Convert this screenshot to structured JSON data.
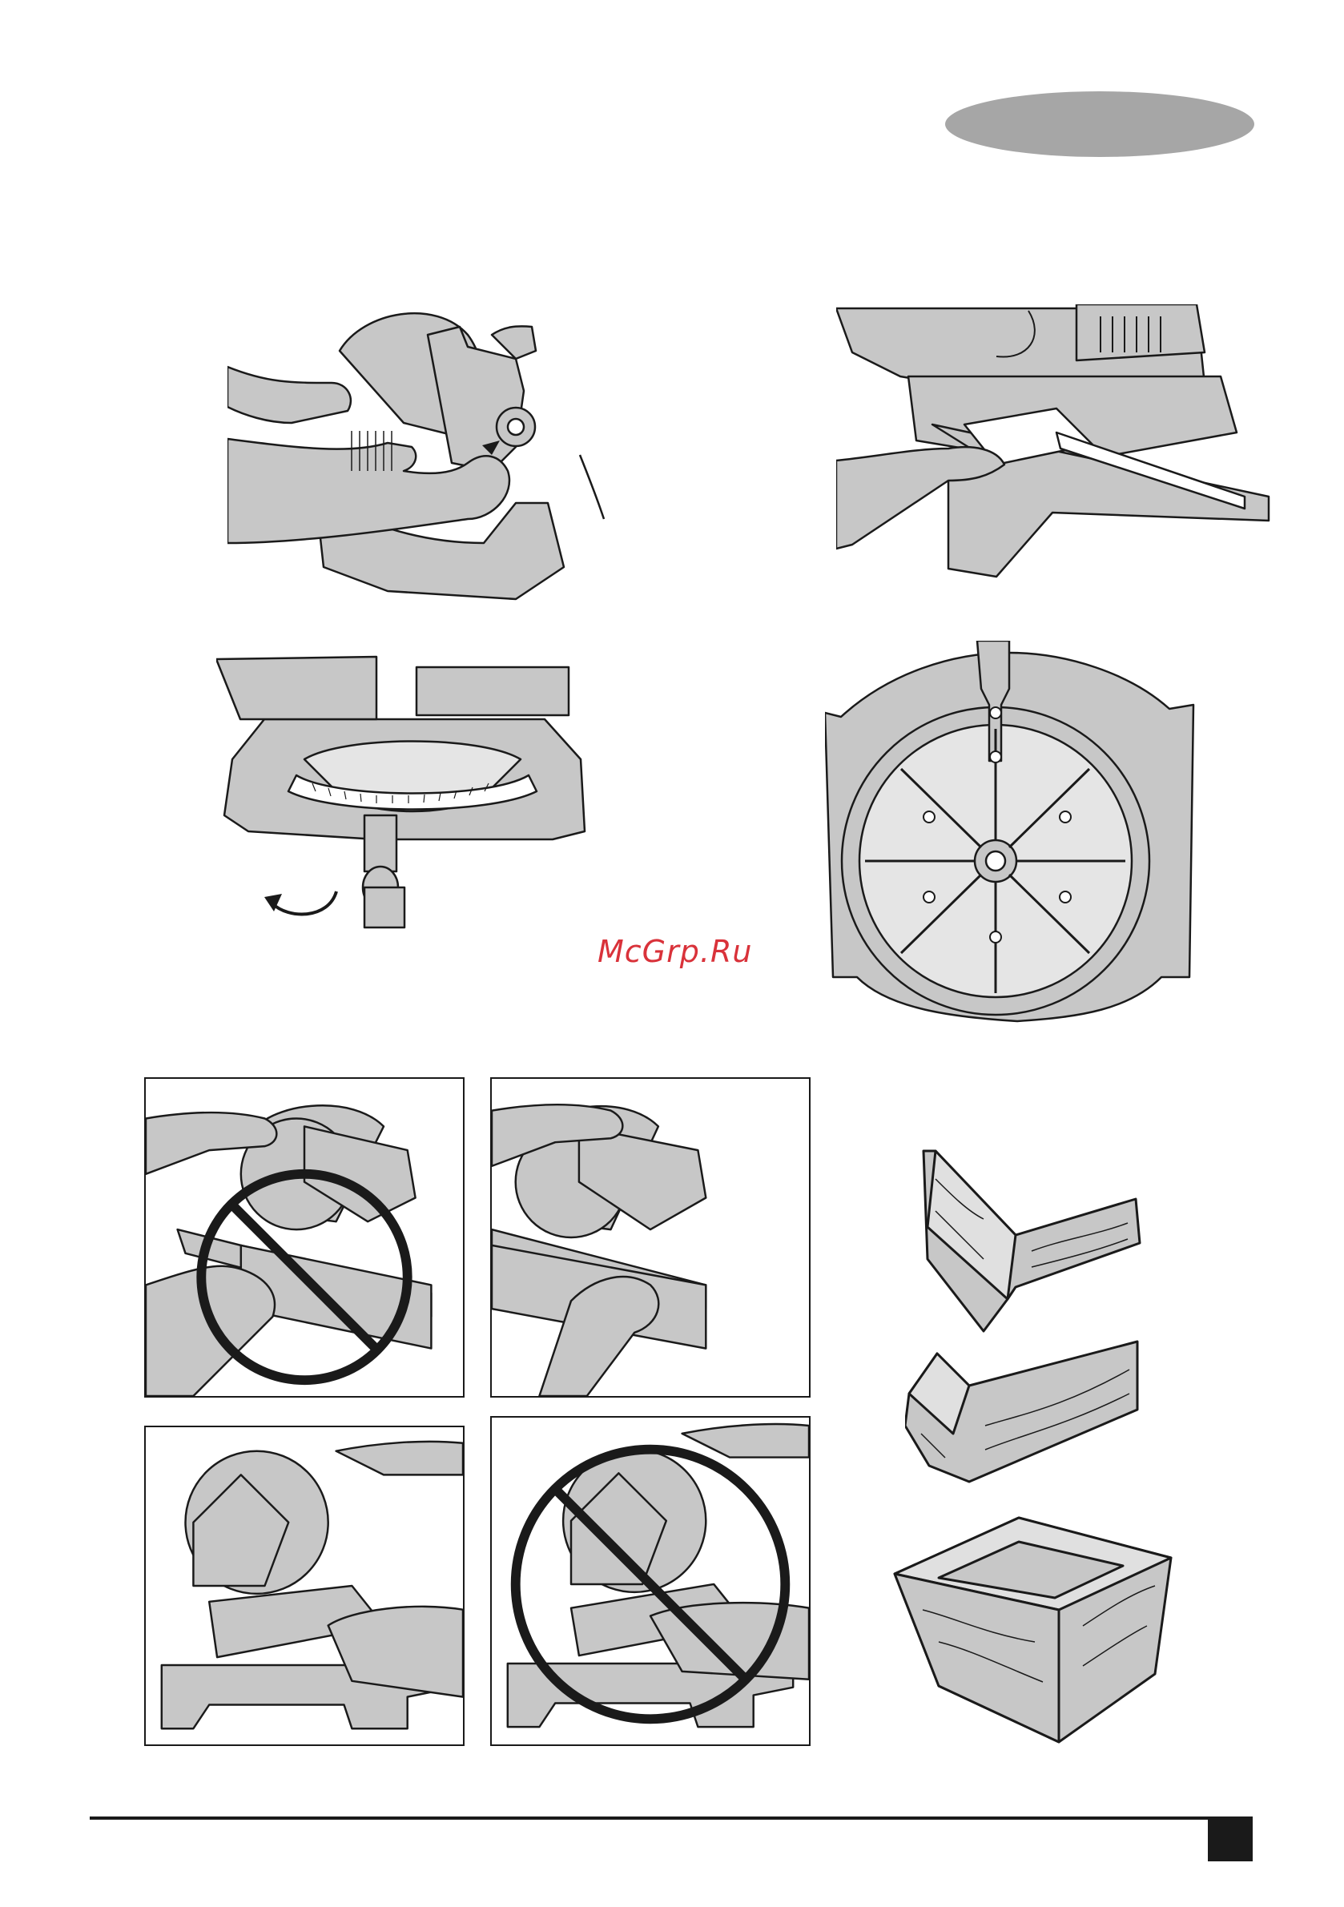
{
  "watermark": "McGrp.Ru",
  "header": {
    "tab_color": "#a6a6a6"
  },
  "colors": {
    "line": "#1a1a1a",
    "fill": "#c7c7c7",
    "paper": "#ffffff",
    "watermark": "#d9323a"
  },
  "figures": [
    {
      "id": "fig-blade-lock",
      "icon": "blade-change-hands-icon"
    },
    {
      "id": "fig-fence-square",
      "icon": "fence-alignment-icon"
    },
    {
      "id": "fig-mitre-lock",
      "icon": "mitre-knob-rotate-icon"
    },
    {
      "id": "fig-blade-guard",
      "icon": "blade-guard-screws-icon"
    },
    {
      "id": "fig-wrong-hand",
      "icon": "prohibited-icon"
    },
    {
      "id": "fig-correct-hand",
      "icon": "correct-icon"
    },
    {
      "id": "fig-correct-bevel",
      "icon": "correct-icon"
    },
    {
      "id": "fig-wrong-bevel",
      "icon": "prohibited-icon"
    },
    {
      "id": "fig-joint-flat",
      "icon": "mitre-joint-icon"
    },
    {
      "id": "fig-joint-bevel",
      "icon": "bevel-joint-icon"
    },
    {
      "id": "fig-box",
      "icon": "compound-box-icon"
    }
  ]
}
